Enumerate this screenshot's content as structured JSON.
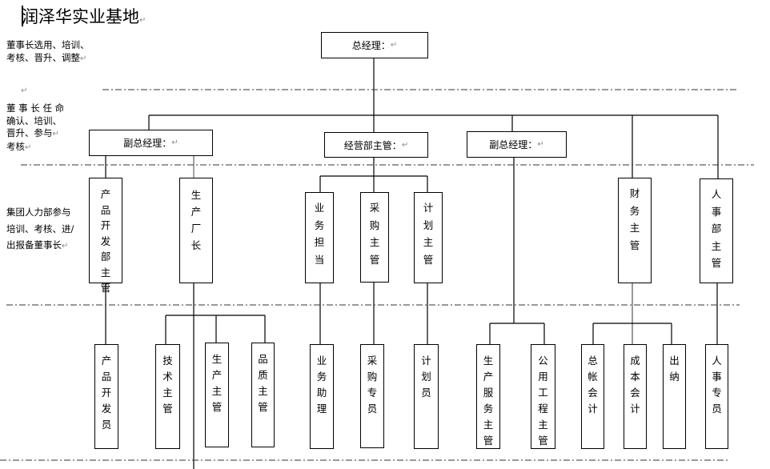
{
  "document": {
    "title": "润泽华实业基地",
    "paragraph_mark": "↵"
  },
  "side_notes": {
    "level1": [
      "董事长选用、培训、",
      "考核、晋升、调整"
    ],
    "level2": [
      "董 事 长 任 命",
      "确认、培训、",
      "晋升、参与",
      "考核"
    ],
    "level3": [
      "集团人力部参与",
      "培训、考核、进/",
      "出报备董事长"
    ]
  },
  "org": {
    "ceo": "总经理：",
    "level2": {
      "vgm_left": "副总经理：",
      "ops_head": "经营部主管：",
      "vgm_right": "副总经理："
    },
    "level3": {
      "product_dev_head": "产品开发部主管",
      "factory_director": "生产厂长",
      "business_lead": "业务担当",
      "purchasing_head": "采购主管",
      "planning_head": "计划主管",
      "finance_head": "财务主管",
      "hr_head": "人事部主管"
    },
    "level4": {
      "product_developer": "产品开发员",
      "tech_supervisor": "技术主管",
      "production_supervisor": "生产主管",
      "quality_supervisor": "品质主管",
      "business_assistant": "业务助理",
      "purchasing_specialist": "采购专员",
      "planner": "计划员",
      "production_service_supervisor": "生产服务主管",
      "utilities_supervisor": "公用工程主管",
      "general_accountant": "总帐会计",
      "cost_accountant": "成本会计",
      "cashier": "出纳",
      "hr_specialist": "人事专员"
    }
  }
}
